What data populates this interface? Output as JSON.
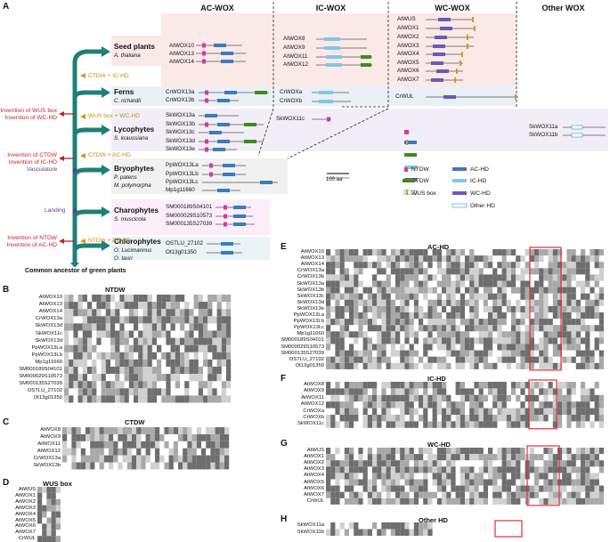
{
  "panel_labels": [
    "A",
    "B",
    "C",
    "D",
    "E",
    "F",
    "G",
    "H"
  ],
  "panel_a": {
    "column_headers": [
      "AC-WOX",
      "IC-WOX",
      "WC-WOX",
      "Other WOX"
    ],
    "groups": [
      {
        "name": "Seed plants",
        "species": [
          "A. thaliana"
        ]
      },
      {
        "name": "Ferns",
        "species": [
          "C. richardii"
        ]
      },
      {
        "name": "Lycophytes",
        "species": [
          "S. kraussiana"
        ]
      },
      {
        "name": "Bryophytes",
        "species": [
          "P. patens",
          "M. polymorpha"
        ]
      },
      {
        "name": "Charophytes",
        "species": [
          "S. muscicola"
        ]
      },
      {
        "name": "Chlorophytes",
        "species": [
          "O. Lucimarinus",
          "O. tauri"
        ]
      }
    ],
    "acquisitions": [
      "CTDW + IC-HD",
      "WUS box + WC-HD",
      "CTDW + AC-HD",
      "NTDW + AC-HD"
    ],
    "events": [
      "Invention of WUS box\nInvention of WC-HD",
      "Invention of CTDW\nInvention of IC-HD",
      "Invention of NTDW\nInvention of AC-HD"
    ],
    "side_labels": [
      "Vasculature",
      "Landing"
    ],
    "root_label": "Common ancestor of green plants",
    "ac_genes": [
      "AtWOX10",
      "AtWOX13",
      "AtWOX14",
      "CrWOX13a",
      "CrWOX13b",
      "SkWOX13a",
      "SkWOX13b",
      "SkWOX13c",
      "SkWOX13d",
      "SkWOX13e",
      "PpWOX13La",
      "PpWOX13Lb",
      "PpWOX13Lc",
      "Mp1g11660",
      "SM000189S04101",
      "SM000029S10573",
      "SM000135S27039",
      "OSTLU_27102",
      "Ot13g01350"
    ],
    "ic_genes": [
      "AtWOX8",
      "AtWOX9",
      "AtWOX11",
      "AtWOX12",
      "CrWOXa",
      "CrWOXb",
      "SkWOX11c"
    ],
    "wc_genes": [
      "AtWUS",
      "AtWOX1",
      "AtWOX2",
      "AtWOX3",
      "AtWOX4",
      "AtWOX5",
      "AtWOX6",
      "AtWOX7",
      "CrWUL"
    ],
    "other_genes": [
      "SkWOX11a",
      "SkWOX11b"
    ],
    "scale_label": "100 aa",
    "legend": [
      "NTDW",
      "CTDW",
      "WUS box",
      "AC-HD",
      "IC-HD",
      "WC-HD",
      "Other HD"
    ],
    "colors": {
      "NTDW": "#d23aa0",
      "CTDW": "#3f8a1f",
      "WUS": "#d79a1a",
      "AC": "#3b7bbf",
      "IC": "#7ec8e8",
      "WC": "#6a5ab8",
      "Other": "#a8dfee",
      "tree": "#1f7f78",
      "event": "#c0262b"
    }
  },
  "alignments": {
    "B": {
      "title": "NTDW",
      "rows": [
        "AtWOX10",
        "AtWOX13",
        "AtWOX14",
        "CrWOX13a",
        "SkWOX13d",
        "SkWOX11c",
        "SkWOX13d",
        "PpWOX13La",
        "PpWOX13Lb",
        "Mp1g11660",
        "SM000189S04101",
        "SM000029S10573",
        "SM000135S27039",
        "OSTLU_27102",
        "Ot13g01350"
      ]
    },
    "C": {
      "title": "CTDW",
      "rows": [
        "AtWOX8",
        "AtWOX9",
        "AtWOX11",
        "AtWOX12",
        "CrWOX13a",
        "SkWOX13b"
      ]
    },
    "D": {
      "title": "WUS box",
      "rows": [
        "AtWUS",
        "AtWOX1",
        "AtWOX2",
        "AtWOX3",
        "AtWOX4",
        "AtWOX5",
        "AtWOX6",
        "AtWOX7",
        "CrWUL"
      ]
    },
    "E": {
      "title": "AC-HD",
      "rows": [
        "AtWOX10",
        "AtWOX13",
        "AtWOX14",
        "CrWOX13a",
        "CrWOX13b",
        "SkWOX13a",
        "SkWOX13b",
        "SkWOX13c",
        "SkWOX13d",
        "SkWOX13e",
        "PpWOX13La",
        "PpWOX13Lb",
        "PpWOX13Lc",
        "Mp1g11660",
        "SM000189S04101",
        "SM000029S10573",
        "SM000135S27039",
        "OSTLU_27102",
        "Ot13g01350"
      ]
    },
    "F": {
      "title": "IC-HD",
      "rows": [
        "AtWOX8",
        "AtWOX9",
        "AtWOX11",
        "AtWOX12",
        "CrWOXa",
        "CrWOXb",
        "SkWOX11c"
      ]
    },
    "G": {
      "title": "WC-HD",
      "rows": [
        "AtWUS",
        "AtWOX1",
        "AtWOX2",
        "AtWOX3",
        "AtWOX4",
        "AtWOX5",
        "AtWOX6",
        "AtWOX7",
        "CrWUL"
      ]
    },
    "H": {
      "title": "Other HD",
      "rows": [
        "SkWOX11a",
        "SkWOX11b"
      ]
    }
  }
}
